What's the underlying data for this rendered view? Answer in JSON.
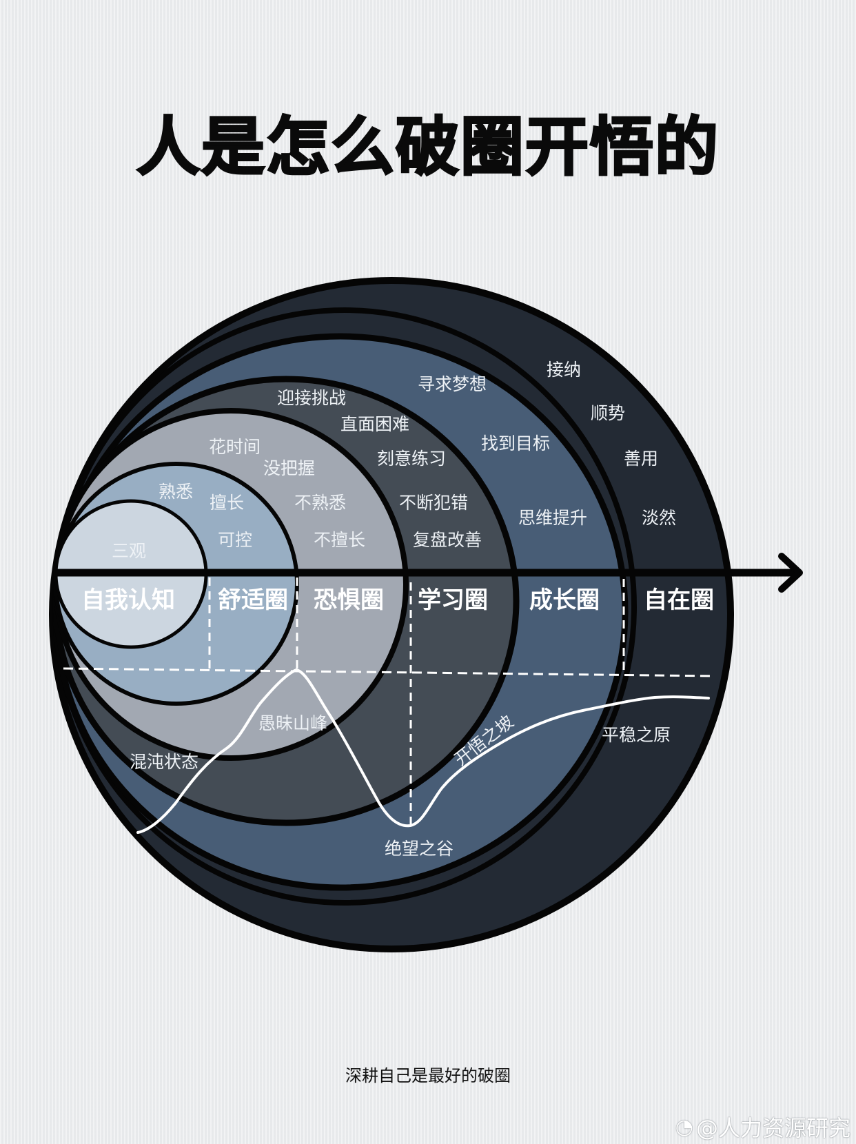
{
  "title": "人是怎么破圈开悟的",
  "colors": {
    "background": "#ebedef",
    "self_awareness": "#ccd6e0",
    "comfort": "#98aec3",
    "fear": "#a2a8b2",
    "learning": "#444c55",
    "growth": "#485d76",
    "freedom": "#232a34",
    "outline": "#050505",
    "text_light": "#ffffff"
  },
  "zones": [
    {
      "name": "自我认知",
      "keywords": [
        "三观"
      ]
    },
    {
      "name": "舒适圈",
      "keywords": [
        "熟悉",
        "擅长",
        "可控"
      ]
    },
    {
      "name": "恐惧圈",
      "keywords": [
        "花时间",
        "没把握",
        "不熟悉",
        "不擅长"
      ]
    },
    {
      "name": "学习圈",
      "keywords": [
        "迎接挑战",
        "直面困难",
        "刻意练习",
        "不断犯错",
        "复盘改善"
      ]
    },
    {
      "name": "成长圈",
      "keywords": [
        "寻求梦想",
        "找到目标",
        "思维提升"
      ]
    },
    {
      "name": "自在圈",
      "keywords": [
        "接纳",
        "顺势",
        "善用",
        "淡然"
      ]
    }
  ],
  "curve": {
    "stages": [
      "混沌状态",
      "愚昧山峰",
      "绝望之谷",
      "开悟之坡",
      "平稳之原"
    ]
  },
  "caption": "深耕自己是最好的破圈",
  "watermark": {
    "icon": "weibo-icon",
    "text": "@人力资源研究"
  },
  "chart_data": {
    "type": "diagram",
    "title": "人是怎么破圈开悟的",
    "nested_circles": [
      "自我认知",
      "舒适圈",
      "恐惧圈",
      "学习圈",
      "成长圈",
      "自在圈"
    ],
    "curve_stages": [
      "混沌状态",
      "愚昧山峰",
      "绝望之谷",
      "开悟之坡",
      "平稳之原"
    ],
    "axis": "horizontal arrow pointing right"
  }
}
